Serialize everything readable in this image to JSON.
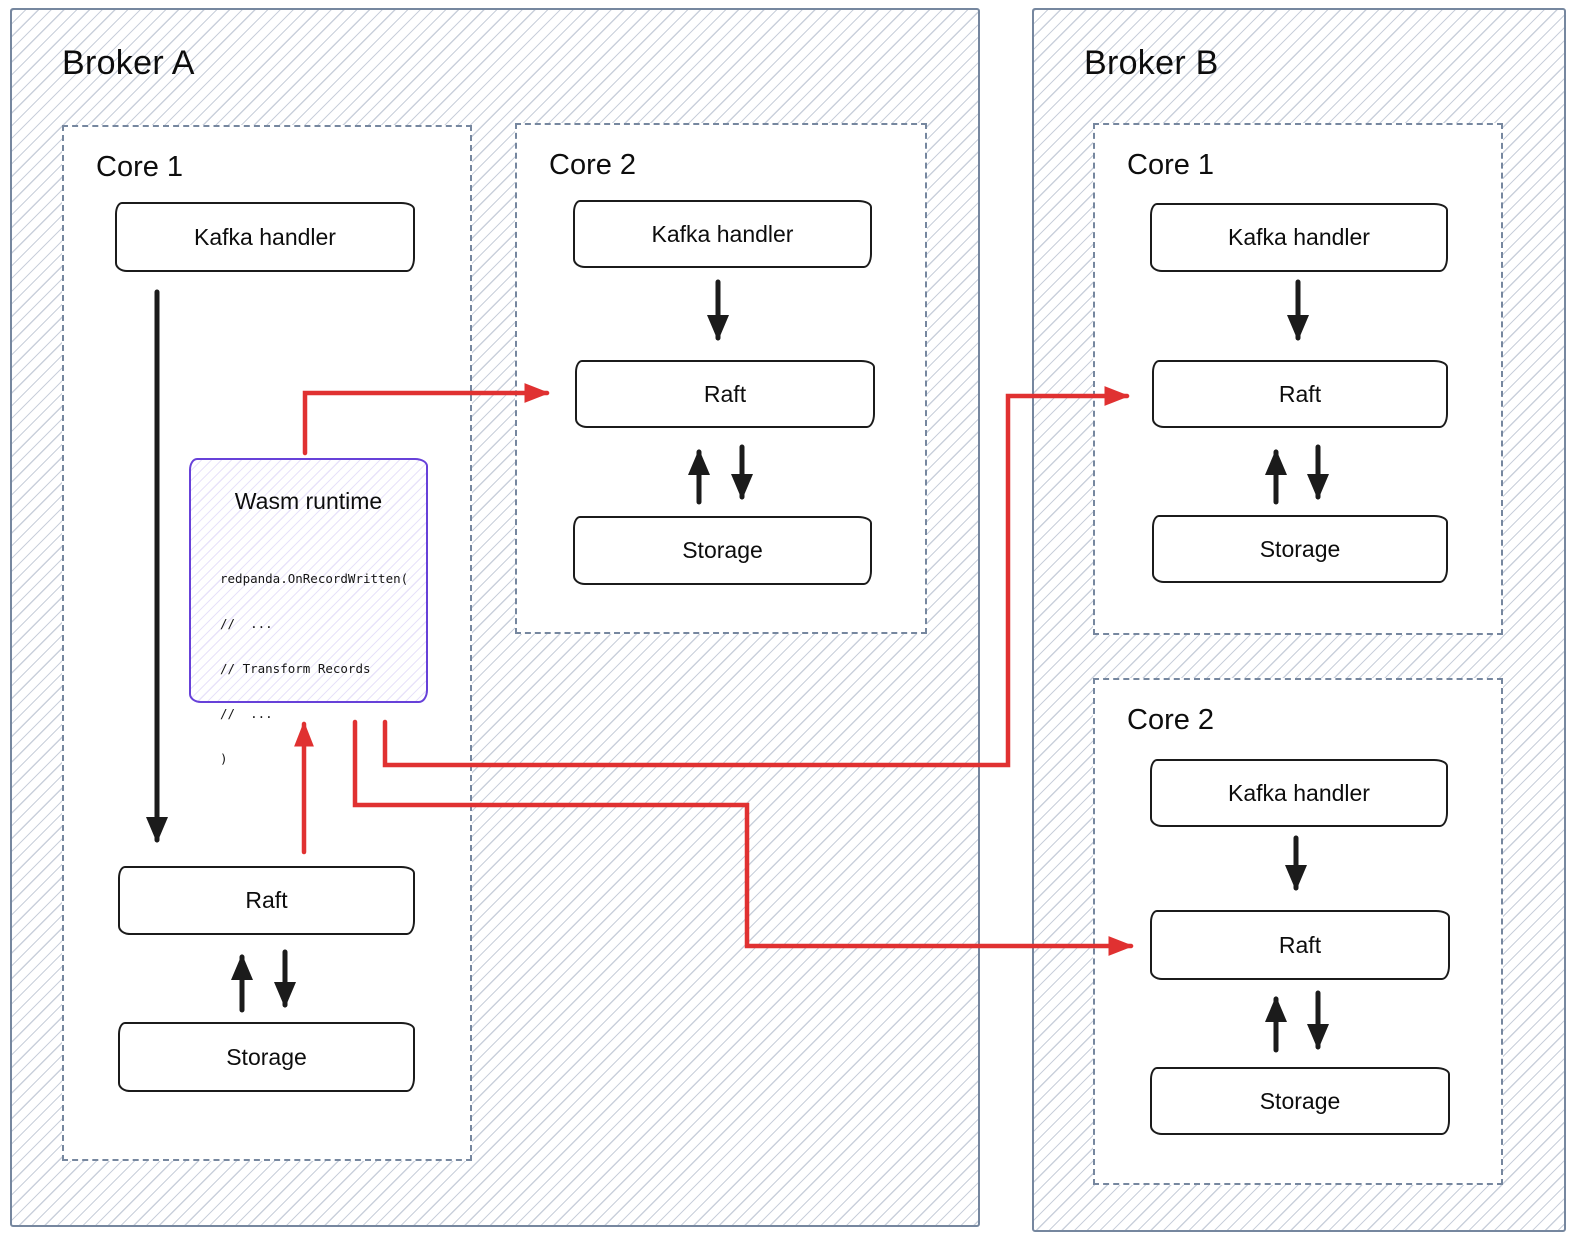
{
  "colors": {
    "red": "#e03131",
    "purple": "#6741d9",
    "slate": "#76879f",
    "ink": "#1b1b1b"
  },
  "diagram": {
    "brokers": [
      {
        "label": "Broker A",
        "cores": [
          {
            "label": "Core 1",
            "nodes": [
              {
                "label": "Kafka handler"
              },
              {
                "label": "Wasm runtime",
                "code": [
                  "redpanda.OnRecordWritten(",
                  "//  ...",
                  "// Transform Records",
                  "//  ...",
                  ")"
                ]
              },
              {
                "label": "Raft"
              },
              {
                "label": "Storage"
              }
            ]
          },
          {
            "label": "Core 2",
            "nodes": [
              {
                "label": "Kafka handler"
              },
              {
                "label": "Raft"
              },
              {
                "label": "Storage"
              }
            ]
          }
        ]
      },
      {
        "label": "Broker B",
        "cores": [
          {
            "label": "Core 1",
            "nodes": [
              {
                "label": "Kafka handler"
              },
              {
                "label": "Raft"
              },
              {
                "label": "Storage"
              }
            ]
          },
          {
            "label": "Core 2",
            "nodes": [
              {
                "label": "Kafka handler"
              },
              {
                "label": "Raft"
              },
              {
                "label": "Storage"
              }
            ]
          }
        ]
      }
    ],
    "edges": [
      {
        "from": "BrokerA.Core1.Kafka handler",
        "to": "BrokerA.Core1.Raft",
        "style": "black"
      },
      {
        "from": "BrokerA.Core1.Raft",
        "to": "BrokerA.Core1.Storage",
        "style": "black-bidirectional"
      },
      {
        "from": "BrokerA.Core2.Kafka handler",
        "to": "BrokerA.Core2.Raft",
        "style": "black"
      },
      {
        "from": "BrokerA.Core2.Raft",
        "to": "BrokerA.Core2.Storage",
        "style": "black-bidirectional"
      },
      {
        "from": "BrokerB.Core1.Kafka handler",
        "to": "BrokerB.Core1.Raft",
        "style": "black"
      },
      {
        "from": "BrokerB.Core1.Raft",
        "to": "BrokerB.Core1.Storage",
        "style": "black-bidirectional"
      },
      {
        "from": "BrokerB.Core2.Kafka handler",
        "to": "BrokerB.Core2.Raft",
        "style": "black"
      },
      {
        "from": "BrokerB.Core2.Raft",
        "to": "BrokerB.Core2.Storage",
        "style": "black-bidirectional"
      },
      {
        "from": "BrokerA.Core1.Raft",
        "to": "BrokerA.Core1.Wasm runtime",
        "style": "red"
      },
      {
        "from": "BrokerA.Core1.Wasm runtime",
        "to": "BrokerA.Core2.Raft",
        "style": "red"
      },
      {
        "from": "BrokerA.Core1.Wasm runtime",
        "to": "BrokerB.Core1.Raft",
        "style": "red"
      },
      {
        "from": "BrokerA.Core1.Wasm runtime",
        "to": "BrokerB.Core2.Raft",
        "style": "red"
      }
    ]
  }
}
